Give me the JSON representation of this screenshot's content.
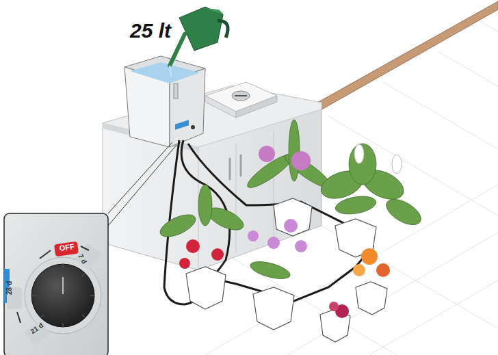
{
  "diagram": {
    "labels": [
      "25 lt",
      "OFF",
      "7 d",
      "28 d",
      "21 d"
    ]
  }
}
